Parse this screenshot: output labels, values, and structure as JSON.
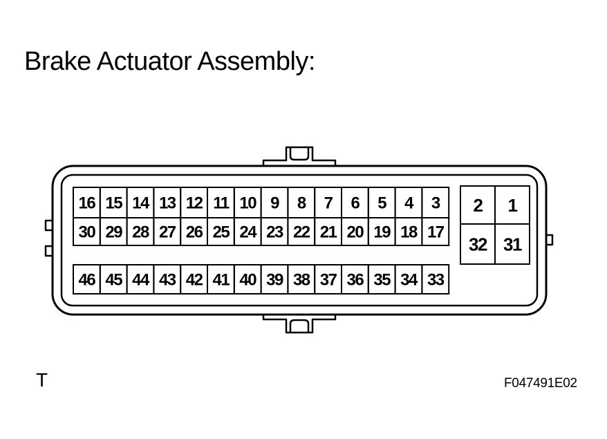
{
  "title": "Brake Actuator Assembly:",
  "side_label": "T",
  "figure_code": "F047491E02",
  "connector": {
    "main_rows": [
      [
        "16",
        "15",
        "14",
        "13",
        "12",
        "11",
        "10",
        "9",
        "8",
        "7",
        "6",
        "5",
        "4",
        "3"
      ],
      [
        "30",
        "29",
        "28",
        "27",
        "26",
        "25",
        "24",
        "23",
        "22",
        "21",
        "20",
        "19",
        "18",
        "17"
      ],
      [
        "46",
        "45",
        "44",
        "43",
        "42",
        "41",
        "40",
        "39",
        "38",
        "37",
        "36",
        "35",
        "34",
        "33"
      ]
    ],
    "side_rows": [
      [
        "2",
        "1"
      ],
      [
        "32",
        "31"
      ]
    ]
  }
}
